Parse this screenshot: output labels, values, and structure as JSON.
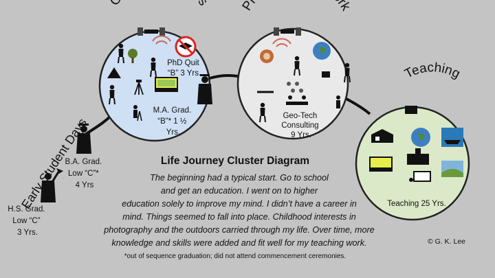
{
  "diagram_title": "Life Journey Cluster Diagram",
  "stages": {
    "early": {
      "title": "Early Student Days"
    },
    "grad": {
      "title": "Graduate Studies"
    },
    "private": {
      "title": "Private Sector Work"
    },
    "teaching": {
      "title": "Teaching"
    }
  },
  "labels": {
    "hs": [
      "H.S. Grad.",
      "Low “C”",
      "3 Yrs."
    ],
    "ba": [
      "B.A. Grad.",
      "Low “C”*",
      "4 Yrs"
    ],
    "phd": [
      "PhD Quit",
      "“B” 3 Yrs."
    ],
    "ma": [
      "M.A. Grad.",
      "“B”* 1 ½",
      "Yrs."
    ],
    "geo": [
      "Geo-Tech",
      "Consulting",
      "9 Yrs."
    ],
    "teach": [
      "Teaching 25 Yrs."
    ]
  },
  "paragraph": [
    "The beginning had a typical start.  Go to school",
    "and get an education.  I went on to higher",
    "education solely to improve my mind.  I didn’t have a career in",
    "mind.  Things seemed to fall into place.  Childhood interests in",
    "photography and the outdoors carried through my life.  Over time, more",
    "knowledge and skills were added and fit well for my teaching work."
  ],
  "footnote": "*out of sequence graduation; did not attend commencement ceremonies.",
  "copyright": "© G. K. Lee",
  "colors": {
    "background": "#c4c4c4",
    "grad_circle": "#cfe0f4",
    "private_circle": "#e9e9e9",
    "teaching_circle": "#dbe9c8",
    "connector": "#111111"
  },
  "icons": [
    "graduate-icon",
    "photographer-icon",
    "tree-icon",
    "satellite-icon",
    "radar-icon",
    "no-hat-icon",
    "tent-icon",
    "hiker-icon",
    "computer-user-icon",
    "surveyor-icon",
    "classroom-icon",
    "globe-icon",
    "ship-icon",
    "school-icon",
    "farm-icon",
    "teacher-icon"
  ]
}
